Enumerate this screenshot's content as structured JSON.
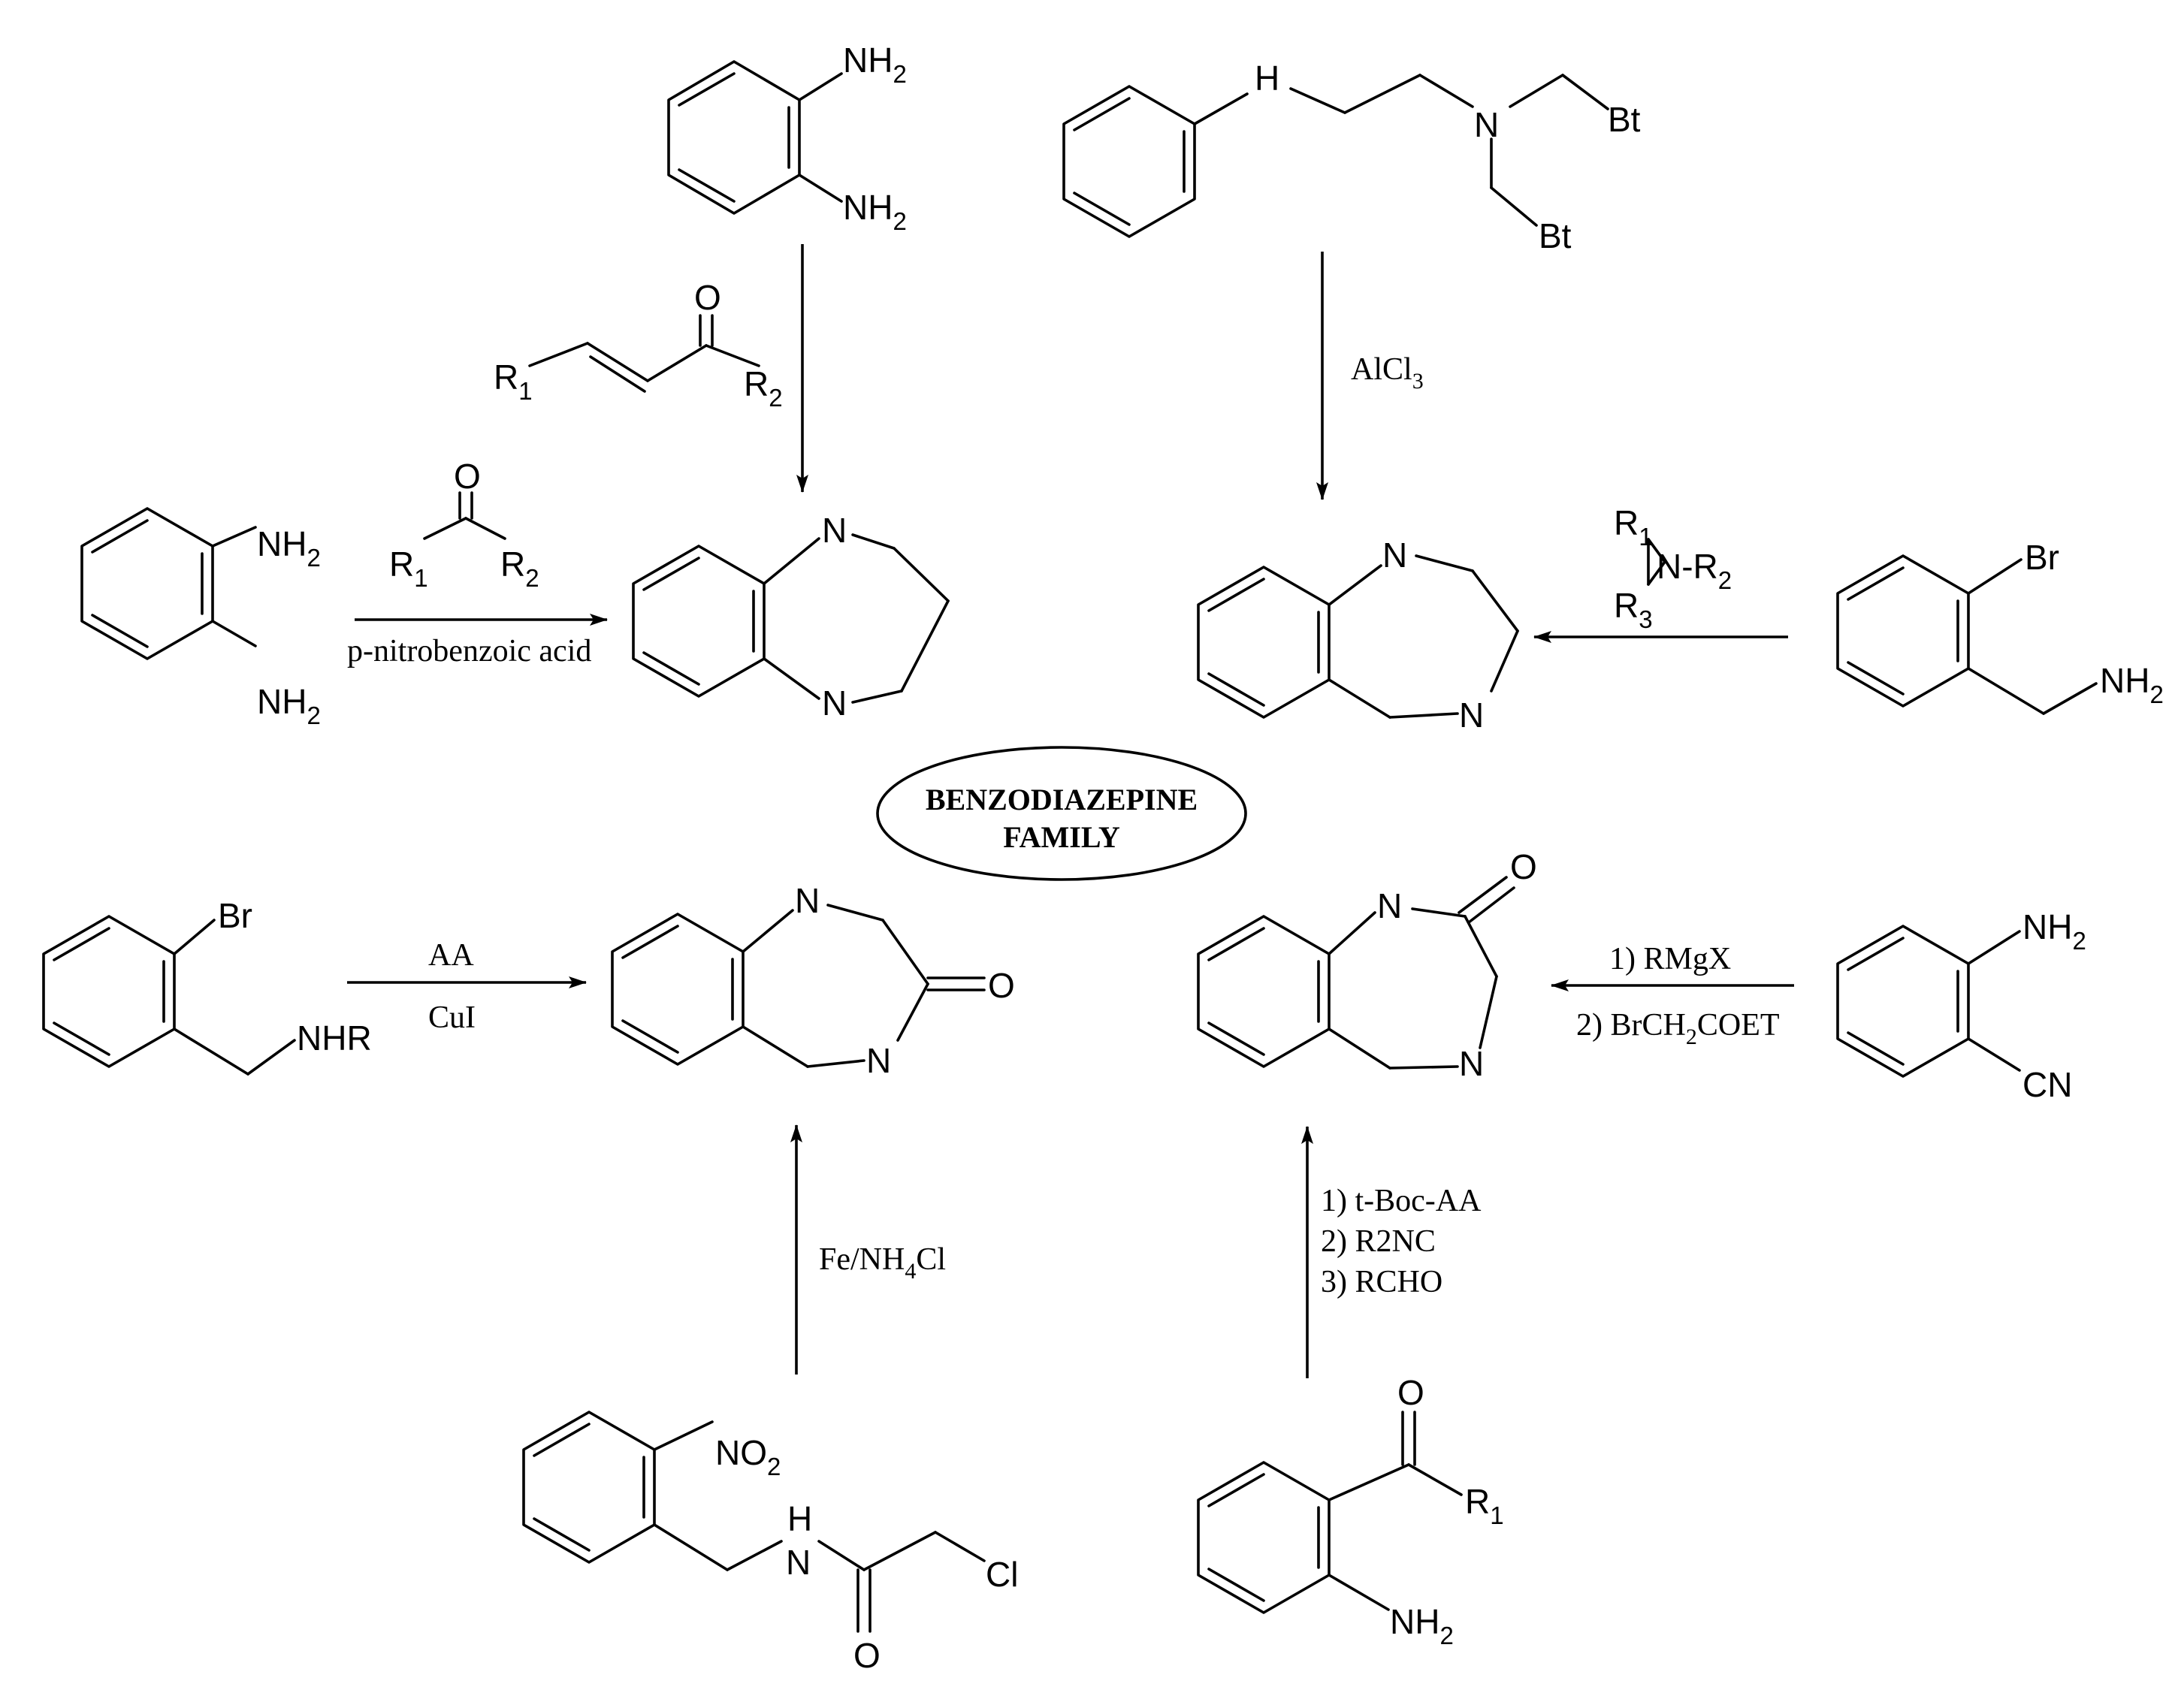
{
  "family": {
    "line1": "BENZODIAZEPINE",
    "line2": "FAMILY"
  },
  "atoms": {
    "nh2": "NH",
    "two": "2",
    "N": "N",
    "O": "O",
    "Br": "Br",
    "Bt": "Bt",
    "H": "H",
    "Cl": "Cl",
    "CN": "CN",
    "NHR": "NHR",
    "R": "R",
    "one": "1",
    "three": "3",
    "NR": "N-R",
    "NO": "NO"
  },
  "conditions": {
    "alcl": "AlCl",
    "alcl_sub": "3",
    "pnitro": "p-nitrobenzoic acid",
    "aa": "AA",
    "cui": "CuI",
    "fe": "Fe/NH",
    "fe_sub": "4",
    "fe_tail": "Cl",
    "rmgx": "1) RMgX",
    "brch": "2) BrCH",
    "brch_sub": "2",
    "brch_tail": "COET",
    "tboc": "1) t-Boc-AA",
    "r2nc": "2) R2NC",
    "rcho": "3) RCHO"
  }
}
